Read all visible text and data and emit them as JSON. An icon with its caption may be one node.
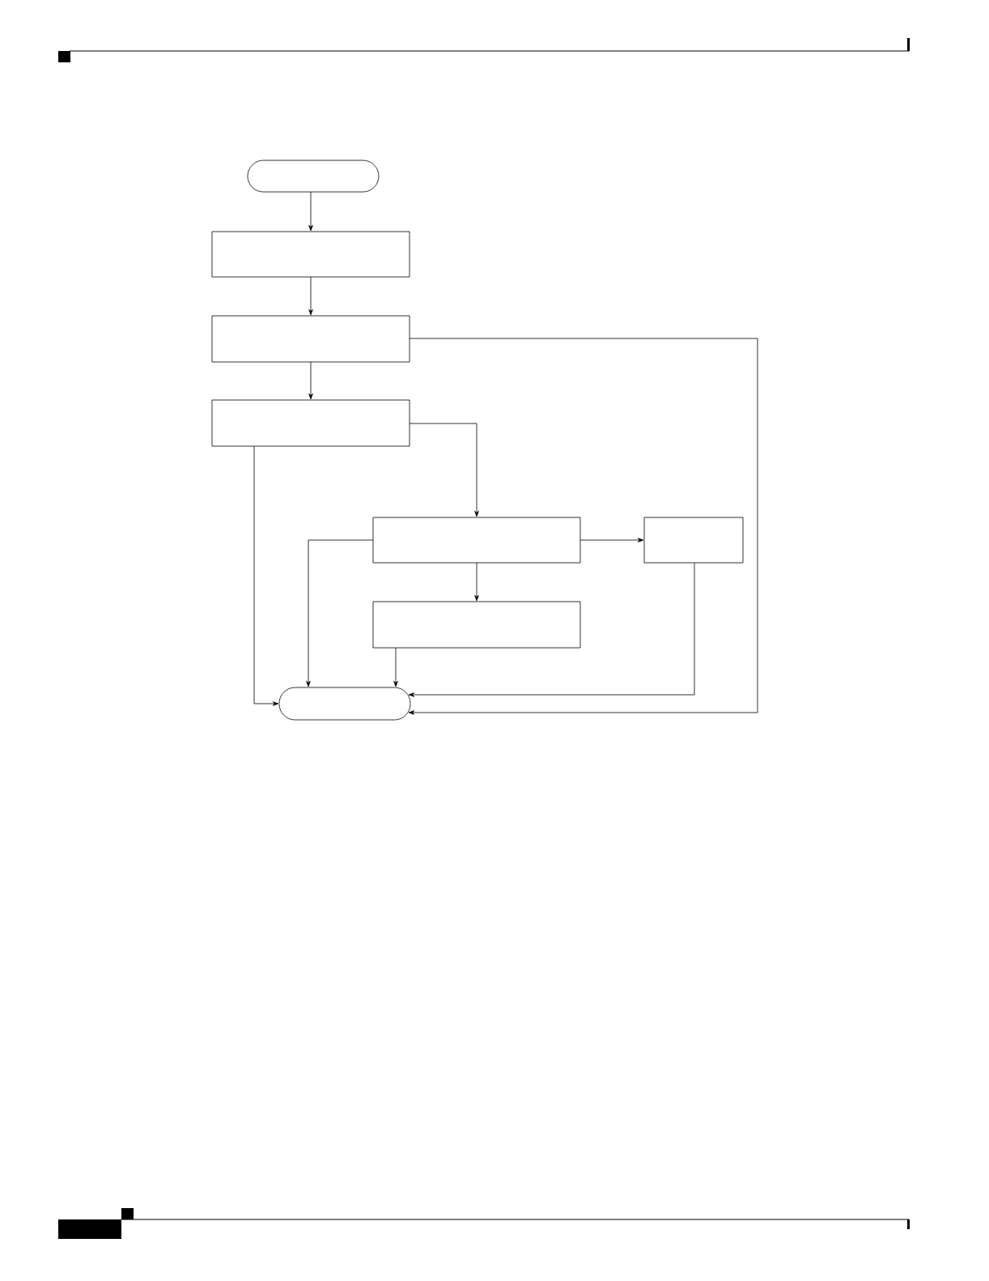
{
  "diagram": {
    "nodes": [
      {
        "text": [],
        "shape": "capsule"
      },
      {
        "text": [],
        "shape": "box"
      },
      {
        "text": [],
        "shape": "box"
      },
      {
        "text": [],
        "shape": "box"
      },
      {
        "text": [],
        "shape": "box"
      },
      {
        "text": [],
        "shape": "box"
      },
      {
        "text": [],
        "shape": "box"
      },
      {
        "text": [],
        "shape": "capsule"
      }
    ],
    "edges": [
      {
        "from": 0,
        "to": 1,
        "arrow": "to"
      },
      {
        "from": 1,
        "to": 2,
        "arrow": "to"
      },
      {
        "from": 2,
        "to": 3,
        "arrow": "to"
      },
      {
        "from": 2,
        "to": 7,
        "arrow": "to"
      },
      {
        "from": 3,
        "to": 4,
        "arrow": "to"
      },
      {
        "from": 3,
        "to": 7,
        "arrow": "to"
      },
      {
        "from": 4,
        "to": 5,
        "arrow": "to"
      },
      {
        "from": 4,
        "to": 6,
        "arrow": "to"
      },
      {
        "from": 4,
        "to": 7,
        "arrow": "to"
      },
      {
        "from": 6,
        "to": 7,
        "arrow": "to"
      },
      {
        "from": 5,
        "to": 7,
        "arrow": "to"
      }
    ]
  }
}
